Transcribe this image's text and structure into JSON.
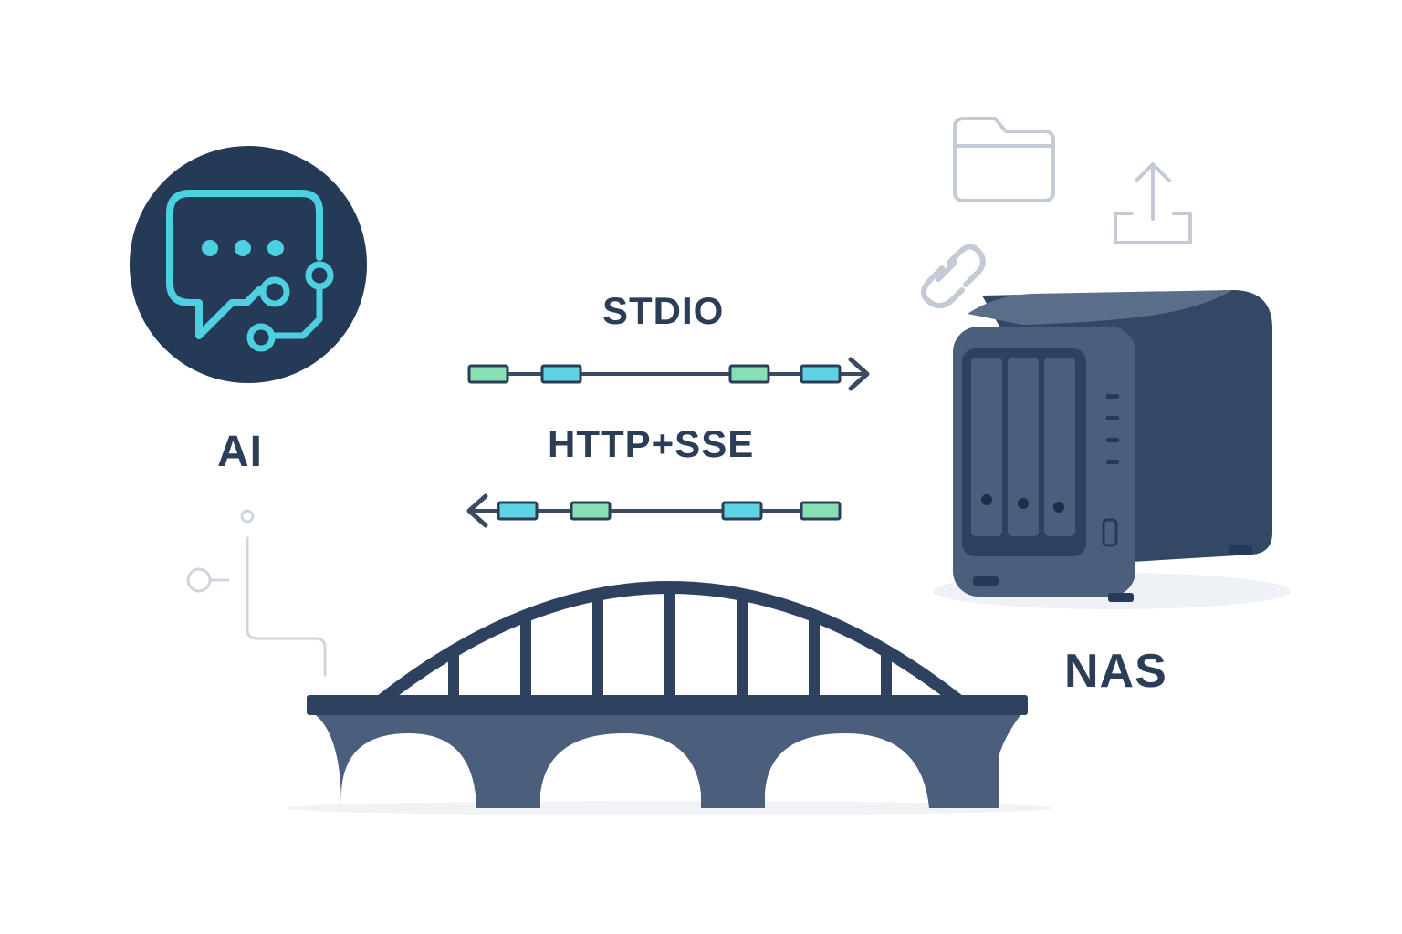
{
  "labels": {
    "ai": "AI",
    "stdio": "STDIO",
    "http_sse": "HTTP+SSE",
    "nas": "NAS"
  },
  "icons": {
    "ai": "chat-bubble-circuit-icon",
    "nas": "nas-device-icon",
    "bridge": "arch-bridge-icon",
    "folder": "folder-icon",
    "upload": "upload-icon",
    "link": "link-icon",
    "circuit": "circuit-trace-icon"
  },
  "colors": {
    "navy": "#243a56",
    "slate": "#4b5f7c",
    "cyan": "#4dd0e1",
    "mint": "#86e0b4",
    "light_gray": "#c7ced9",
    "text": "#2b3d57"
  }
}
